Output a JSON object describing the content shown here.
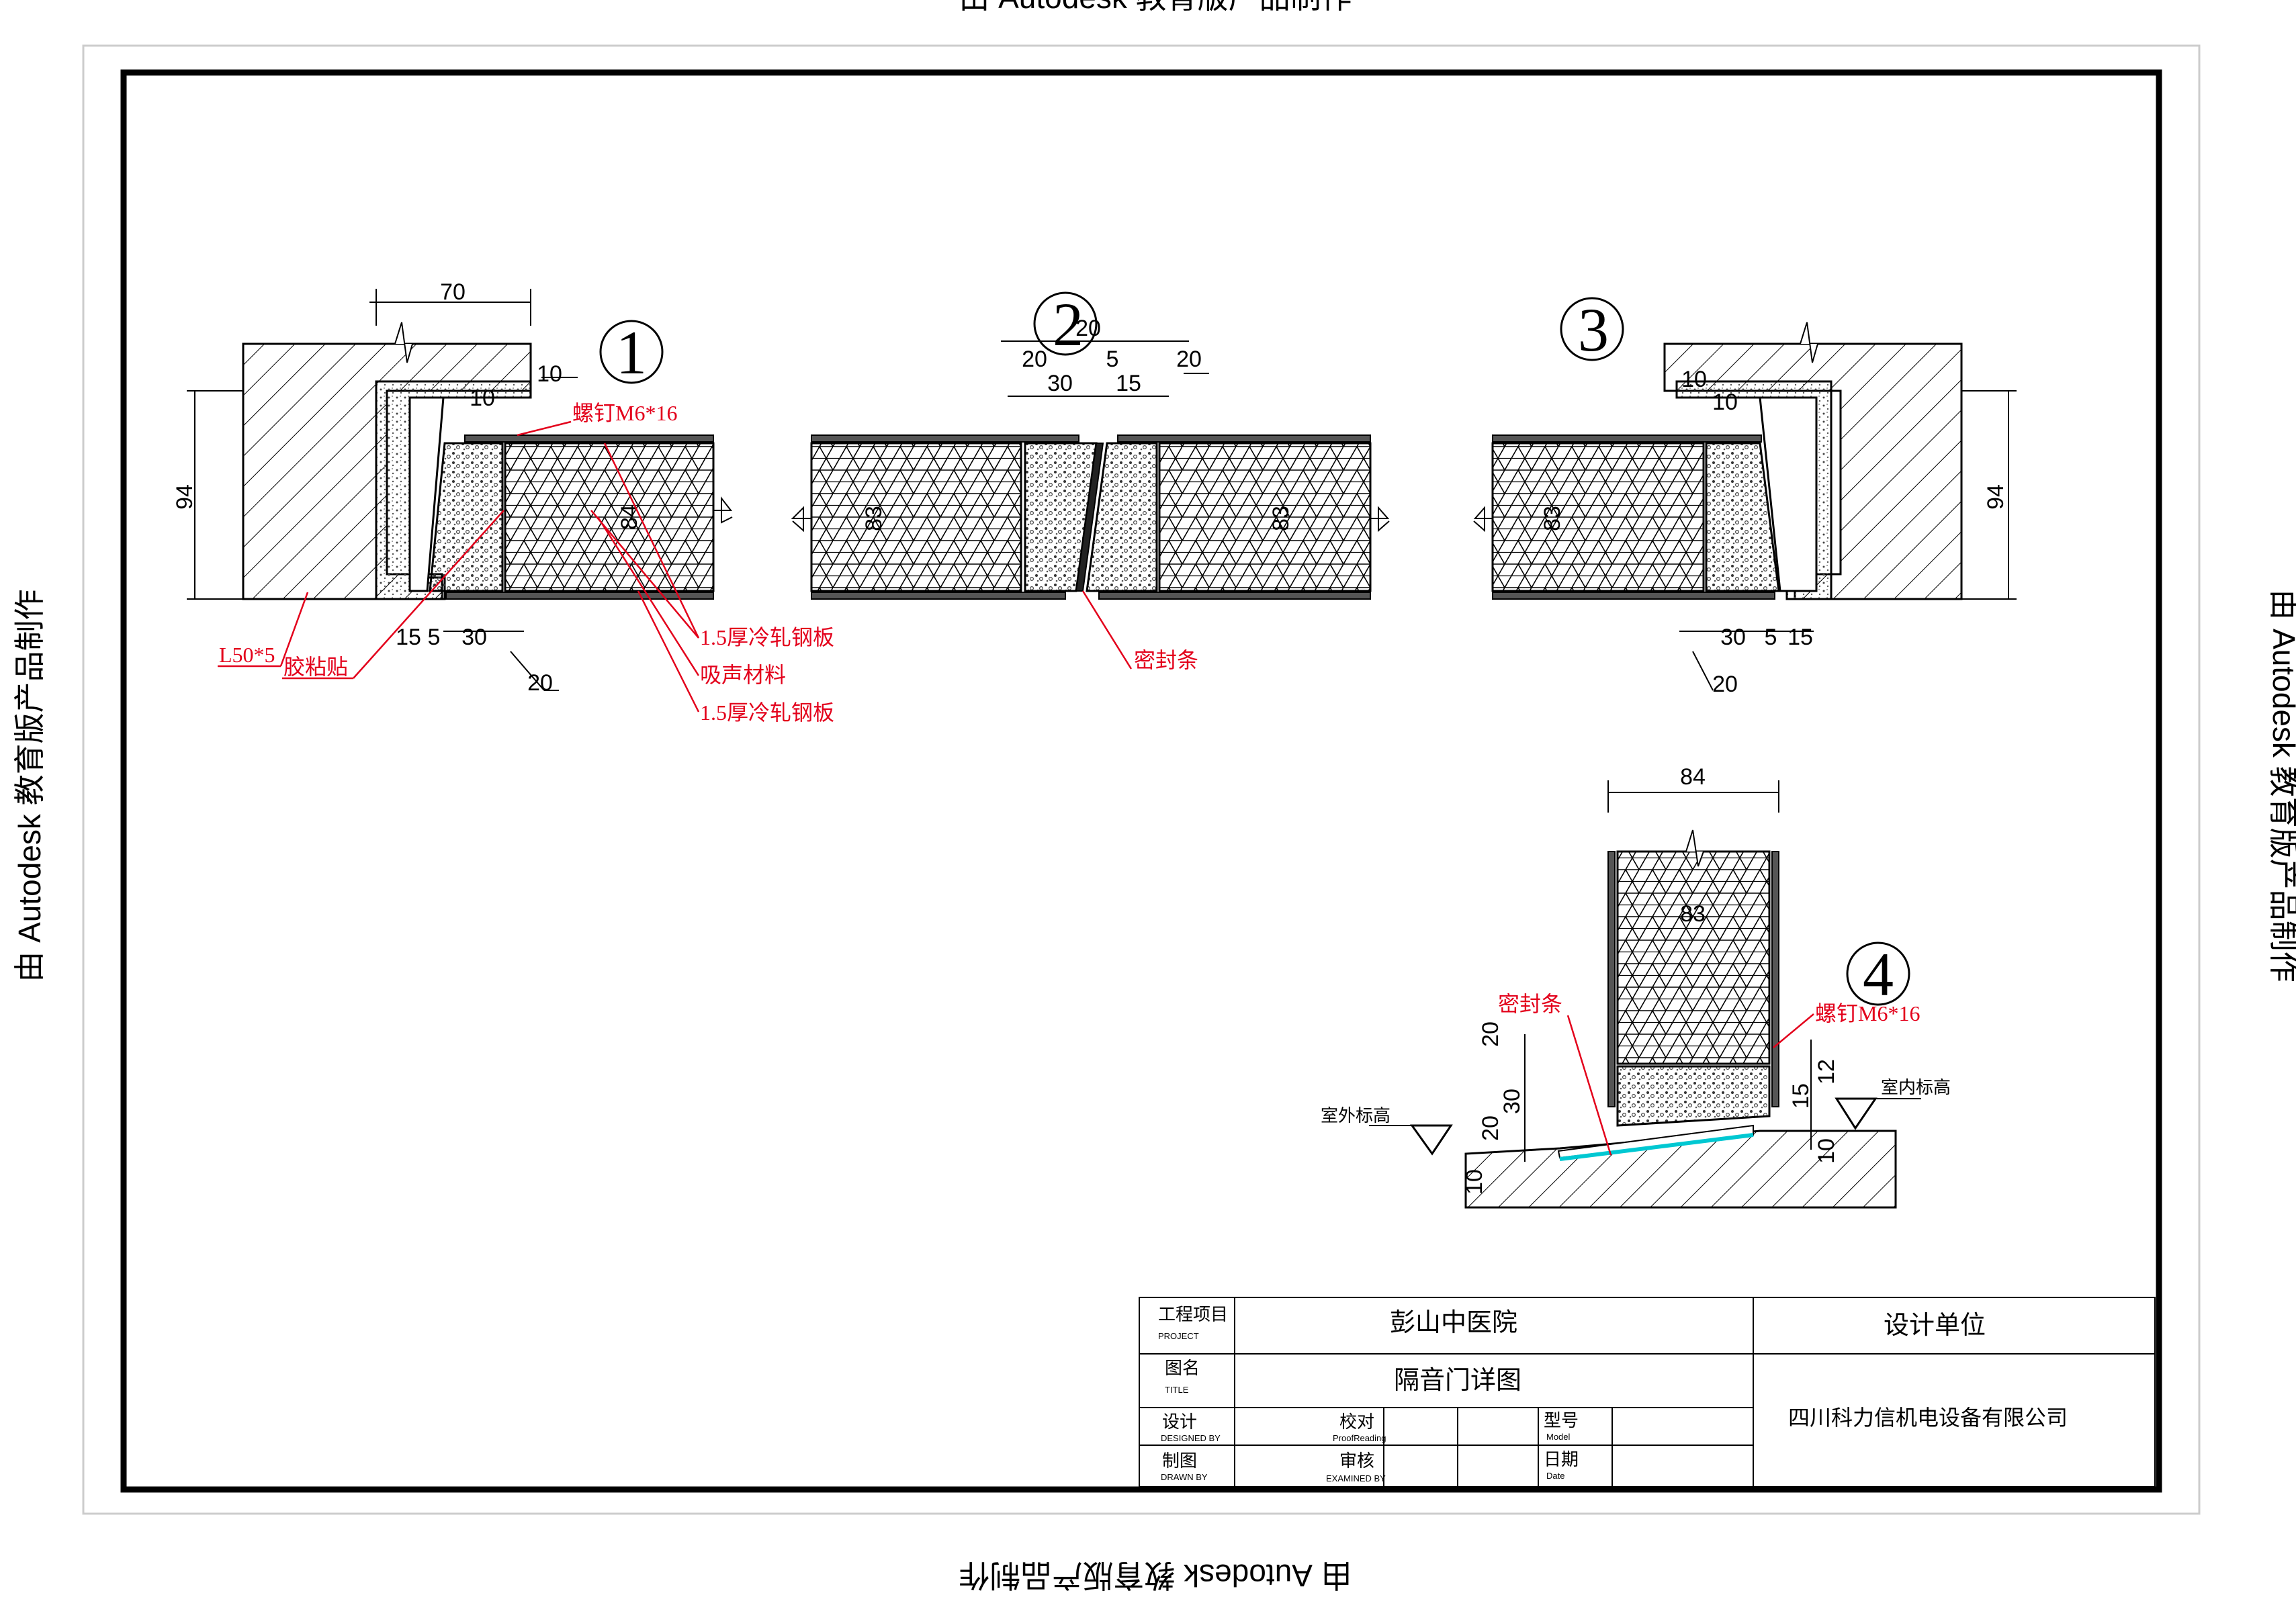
{
  "watermark": {
    "top": "由 Autodesk 教育版产品制作",
    "left": "由 Autodesk 教育版产品制作",
    "right": "由 Autodesk 教育版产品制作",
    "bottom": "由 Autodesk 教育版产品制作"
  },
  "detail_numbers": [
    "1",
    "2",
    "3",
    "4"
  ],
  "detail1": {
    "dims": [
      "70",
      "10",
      "10",
      "94",
      "84",
      "15",
      "5",
      "30",
      "20"
    ],
    "labels": [
      "螺钉M6*16",
      "1.5厚冷轧钢板",
      "吸声材料",
      "1.5厚冷轧钢板",
      "L50*5",
      "胶粘贴"
    ]
  },
  "detail2": {
    "dims": [
      "20",
      "20",
      "5",
      "20",
      "30",
      "15",
      "83",
      "83"
    ],
    "labels": [
      "密封条"
    ]
  },
  "detail3": {
    "dims": [
      "10",
      "10",
      "94",
      "83",
      "30",
      "5",
      "15",
      "20"
    ]
  },
  "detail4": {
    "dims": [
      "84",
      "83",
      "20",
      "30",
      "20",
      "10",
      "12",
      "15",
      "10"
    ],
    "labels": [
      "密封条",
      "螺钉M6*16",
      "室外标高",
      "室内标高"
    ]
  },
  "title_block": {
    "project_label": "工程项目",
    "project_label_en": "PROJECT",
    "project_value": "彭山中医院",
    "title_label": "图名",
    "title_label_en": "TITLE",
    "title_value": "隔音门详图",
    "designed_label": "设计",
    "designed_label_en": "DESIGNED BY",
    "proof_label": "校对",
    "proof_label_en": "ProofReading",
    "model_label": "型号",
    "model_label_en": "Model",
    "drawn_label": "制图",
    "drawn_label_en": "DRAWN BY",
    "examined_label": "审核",
    "examined_label_en": "EXAMINED BY",
    "date_label": "日期",
    "date_label_en": "Date",
    "design_unit_label": "设计单位",
    "design_unit_value": "四川科力信机电设备有限公司"
  },
  "colors": {
    "annotation": "#e3001b",
    "seal": "#00c8d2",
    "line": "#000000"
  }
}
